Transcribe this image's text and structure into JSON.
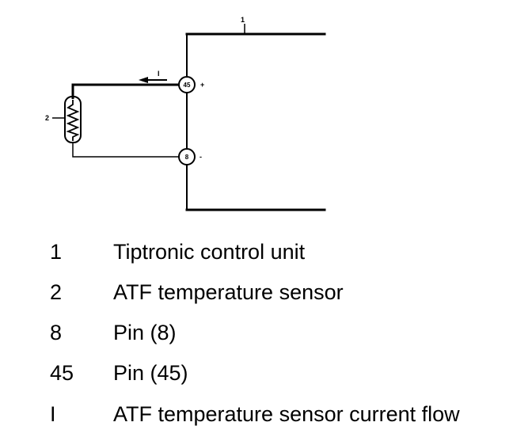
{
  "diagram": {
    "labels": {
      "control_unit": "1",
      "sensor": "2",
      "current": "I",
      "pin_45": "45",
      "pin_8": "8",
      "plus": "+",
      "minus": "-"
    }
  },
  "legend": [
    {
      "key": "1",
      "desc": "Tiptronic control unit"
    },
    {
      "key": "2",
      "desc": "ATF temperature sensor"
    },
    {
      "key": "8",
      "desc": "Pin (8)"
    },
    {
      "key": "45",
      "desc": "Pin (45)"
    },
    {
      "key": "I",
      "desc": "ATF temperature sensor current flow"
    }
  ]
}
